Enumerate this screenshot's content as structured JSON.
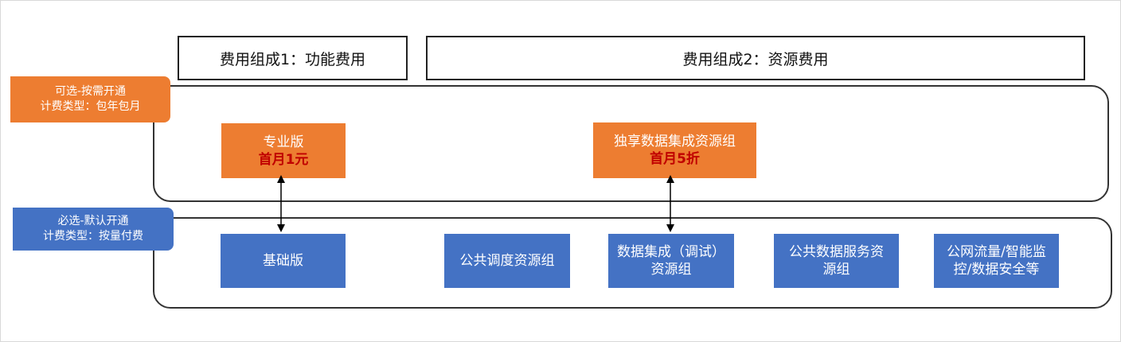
{
  "headers": {
    "function_fee": "费用组成1：功能费用",
    "resource_fee": "费用组成2：资源费用"
  },
  "tags": {
    "optional": {
      "line1": "可选-按需开通",
      "line2": "计费类型：包年包月"
    },
    "required": {
      "line1": "必选-默认开通",
      "line2": "计费类型：按量付费"
    }
  },
  "optional_items": {
    "professional": {
      "name": "专业版",
      "promo": "首月1元"
    },
    "exclusive_integration": {
      "name": "独享数据集成资源组",
      "promo": "首月5折"
    }
  },
  "required_items": {
    "basic": "基础版",
    "public_scheduling": "公共调度资源组",
    "integration_debug_line1": "数据集成（调试）",
    "integration_debug_line2": "资源组",
    "public_data_service_line1": "公共数据服务资",
    "public_data_service_line2": "源组",
    "public_traffic_line1": "公网流量/智能监",
    "public_traffic_line2": "控/数据安全等"
  },
  "colors": {
    "orange": "#ed7d31",
    "blue": "#4472c4",
    "promo_red": "#c00000"
  }
}
